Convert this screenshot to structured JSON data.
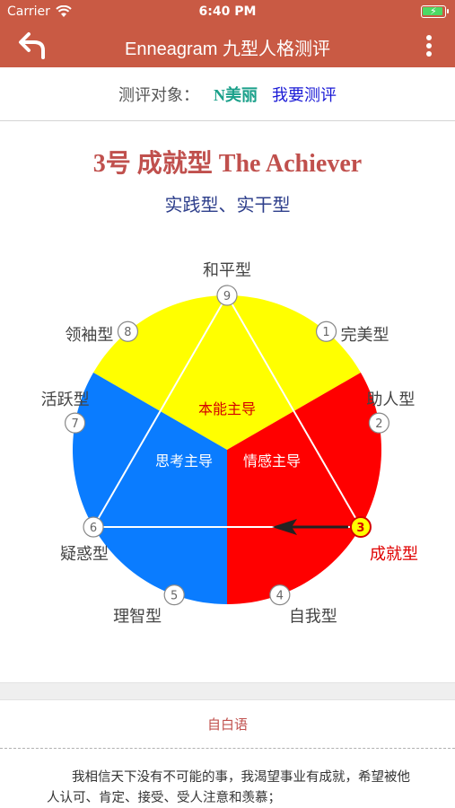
{
  "status_bar": {
    "carrier": "Carrier",
    "time": "6:40 PM"
  },
  "nav": {
    "title": "Enneagram 九型人格测评",
    "back_icon": "back-arrow-icon",
    "more_icon": "more-vertical-icon"
  },
  "subject": {
    "label": "测评对象：",
    "name_latin": "N",
    "name_cn": "美丽",
    "action": "我要测评"
  },
  "result": {
    "title": "3号 成就型 The Achiever",
    "subtitle": "实践型、实干型"
  },
  "diagram": {
    "centers": {
      "instinct": "本能主导",
      "thinking": "思考主导",
      "feeling": "情感主导"
    },
    "types": [
      {
        "num": "1",
        "name": "完美型"
      },
      {
        "num": "2",
        "name": "助人型"
      },
      {
        "num": "3",
        "name": "成就型"
      },
      {
        "num": "4",
        "name": "自我型"
      },
      {
        "num": "5",
        "name": "理智型"
      },
      {
        "num": "6",
        "name": "疑惑型"
      },
      {
        "num": "7",
        "name": "活跃型"
      },
      {
        "num": "8",
        "name": "领袖型"
      },
      {
        "num": "9",
        "name": "和平型"
      }
    ],
    "highlighted": "3",
    "colors": {
      "instinct": "#ffff00",
      "feeling": "#ff0000",
      "thinking": "#0a7cff",
      "highlight": "#ff1a1a"
    }
  },
  "monologue": {
    "title": "自白语",
    "text": "我相信天下没有不可能的事，我渴望事业有成就，希望被他人认可、肯定、接受、受人注意和羡慕；"
  },
  "colors": {
    "header": "#c95a44",
    "accent": "#c0504d",
    "subtitle": "#2d3e8b"
  }
}
